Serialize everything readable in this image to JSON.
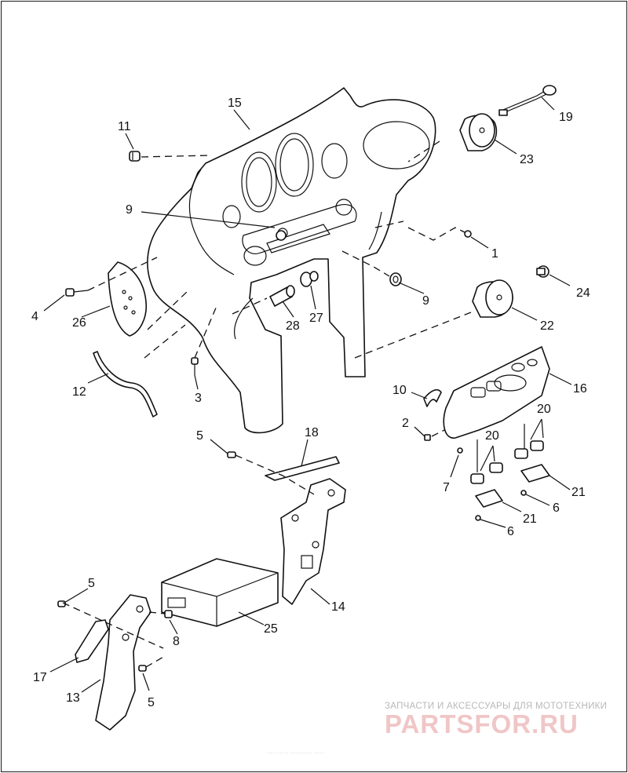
{
  "diagram": {
    "callouts": {
      "c1": "1",
      "c2": "2",
      "c3": "3",
      "c4": "4",
      "c5a": "5",
      "c5b": "5",
      "c5c": "5",
      "c6a": "6",
      "c6b": "6",
      "c7": "7",
      "c8": "8",
      "c9a": "9",
      "c9b": "9",
      "c10": "10",
      "c11": "11",
      "c12": "12",
      "c13": "13",
      "c14": "14",
      "c15": "15",
      "c16": "16",
      "c17": "17",
      "c18": "18",
      "c19": "19",
      "c20a": "20",
      "c20b": "20",
      "c21a": "21",
      "c21b": "21",
      "c22": "22",
      "c23": "23",
      "c24": "24",
      "c25": "25",
      "c26": "26",
      "c27": "27",
      "c28": "28"
    },
    "footer_note": "………… ………… ……"
  },
  "watermark": {
    "tagline": "ЗАПЧАСТИ И АКСЕССУАРЫ ДЛЯ МОТОТЕХНИКИ",
    "brand": "PARTSFOR.RU"
  },
  "colors": {
    "line": "#111111",
    "watermark_text": "#b8b8b8",
    "watermark_brand": "#f0c6c6"
  }
}
